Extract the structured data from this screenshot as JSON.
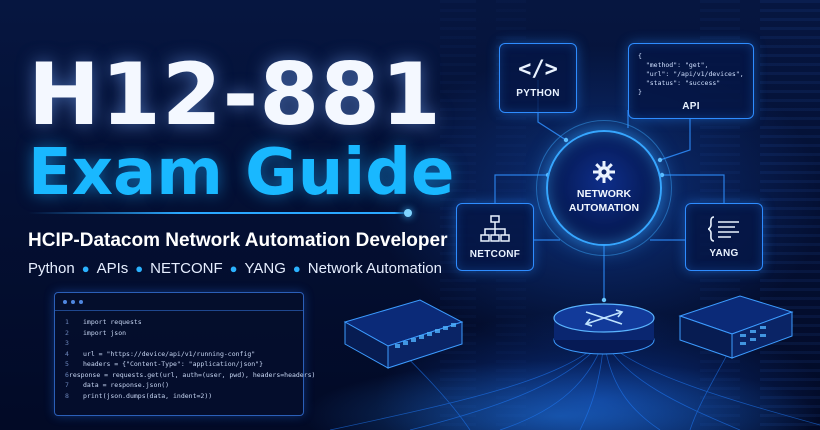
{
  "hero": {
    "title_line1": "H12-881",
    "title_line2": "Exam Guide",
    "subtitle": "HCIP-Datacom Network Automation Developer",
    "tags": [
      "Python",
      "APIs",
      "NETCONF",
      "YANG",
      "Network Automation"
    ]
  },
  "code_window": {
    "lines": [
      {
        "n": "1",
        "code": "import requests"
      },
      {
        "n": "2",
        "code": "import json"
      },
      {
        "n": "3",
        "code": ""
      },
      {
        "n": "4",
        "code": "url = \"https://device/api/v1/running-config\""
      },
      {
        "n": "5",
        "code": "headers = {\"Content-Type\": \"application/json\"}"
      },
      {
        "n": "6",
        "code": "response = requests.get(url, auth=(user, pwd), headers=headers)"
      },
      {
        "n": "7",
        "code": "data = response.json()"
      },
      {
        "n": "8",
        "code": "print(json.dumps(data, indent=2))"
      }
    ]
  },
  "diagram": {
    "hub_line1": "NETWORK",
    "hub_line2": "AUTOMATION",
    "python_label": "PYTHON",
    "python_icon": "</>",
    "api_label": "API",
    "api_json": "{\n  \"method\": \"get\",\n  \"url\": \"/api/v1/devices\",\n  \"status\": \"success\"\n}",
    "netconf_label": "NETCONF",
    "yang_label": "YANG"
  },
  "colors": {
    "accent": "#19b8ff",
    "card_border": "#2e8cff",
    "background": "#030b24"
  },
  "icons": [
    "code-brackets-icon",
    "gear-icon",
    "topology-tree-icon",
    "curly-brace-doc-icon",
    "router-icon",
    "switch-icon"
  ]
}
